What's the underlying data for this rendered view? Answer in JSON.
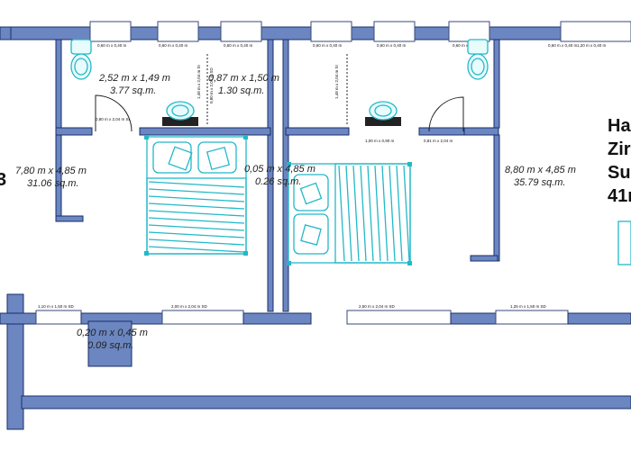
{
  "left_edge_label": "3",
  "rooms": [
    {
      "dim": "2,52 m x 1,49 m",
      "area": "3.77 sq.m."
    },
    {
      "dim": "0,87 m x 1,50 m",
      "area": "1.30 sq.m."
    },
    {
      "dim": "7,80 m x 4,85 m",
      "area": "31.06 sq.m."
    },
    {
      "dim": "0,05 m x 4,85 m",
      "area": "0.26 sq.m."
    },
    {
      "dim": "8,80 m x 4,85 m",
      "area": "35.79 sq.m."
    },
    {
      "dim": "0,20 m x 0,45 m",
      "area": "0.09 sq.m."
    }
  ],
  "window_labels_top": [
    "0,60 m x 0,40 m",
    "0,60 m x 0,40 m",
    "0,60 m x 0,40 m",
    "0,60 m x 0,40 m",
    "0,60 m x 0,40 m",
    "0,60 m x 0,40 m",
    "0,60 m x 0,40 m",
    "1,20 m x 0,40 m"
  ],
  "door_labels": [
    "0,80 m x 2,04 m SI",
    "1,00 m x 0,90 m",
    "0,81 m x 2,04 m",
    "1,10 m x 1,50 m SD",
    "2,00 m x 2,04 m SD",
    "2,50 m x 2,04 m SD",
    "1,25 m x 1,50 m SD"
  ],
  "vertical_labels": [
    "1,48 m x 2,04 m SI",
    "1,48 m x 2,04 m SI",
    "0,80 m x 2,04 m SD"
  ],
  "info_lines": [
    "Ha",
    "Zir",
    "Su",
    "41r"
  ]
}
